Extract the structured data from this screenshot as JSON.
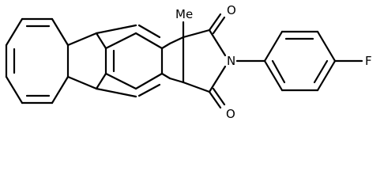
{
  "molecule": {
    "atoms": {
      "methyl": "Methyl",
      "carbonyl_oxygen_top": "O",
      "carbonyl_oxygen_bottom": "O",
      "nitrogen": "N",
      "fluorine": "F"
    }
  }
}
